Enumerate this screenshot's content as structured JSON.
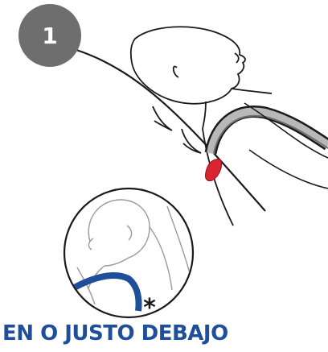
{
  "step": {
    "number": "1"
  },
  "asterisk": "*",
  "caption": "EN O JUSTO DEBAJO",
  "colors": {
    "badge": "#6e6e6e",
    "badge_text": "#ffffff",
    "line": "#1a1a1a",
    "harness": "#1f4f9a",
    "harness_stripe": "#b8b8b8",
    "warning": "#d8252f",
    "caption": "#1f4f9a",
    "inset_sketch": "#9a9a9a"
  },
  "icons": [
    "step-number-badge",
    "harness-strap",
    "red-clip-indicator",
    "magnifier-inset",
    "asterisk-mark"
  ]
}
